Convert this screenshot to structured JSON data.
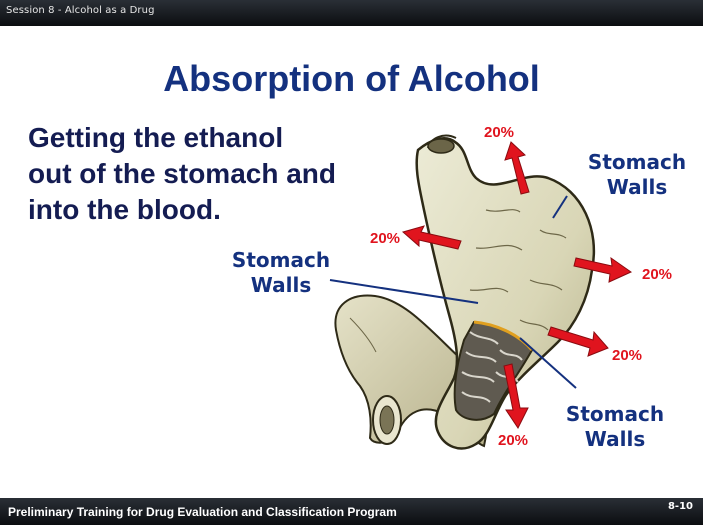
{
  "header": {
    "session_label": "Session 8 - Alcohol as a Drug"
  },
  "slide": {
    "title": "Absorption of Alcohol",
    "subtitle_lines": [
      "Getting the ethanol",
      "out of the stomach and",
      "into the blood."
    ]
  },
  "labels": {
    "walls_right_top": [
      "Stomach",
      "Walls"
    ],
    "walls_left": [
      "Stomach",
      "Walls"
    ],
    "walls_bottom": [
      "Stomach",
      "Walls"
    ]
  },
  "percentages": [
    "20%",
    "20%",
    "20%",
    "20%",
    "20%"
  ],
  "colors": {
    "title": "#14317f",
    "subtitle": "#141c52",
    "arrow": "#e0141e",
    "bar": "#0b0d10"
  },
  "footer": {
    "program_text": "Preliminary  Training for Drug Evaluation and Classification Program",
    "page_number": "8-10"
  }
}
